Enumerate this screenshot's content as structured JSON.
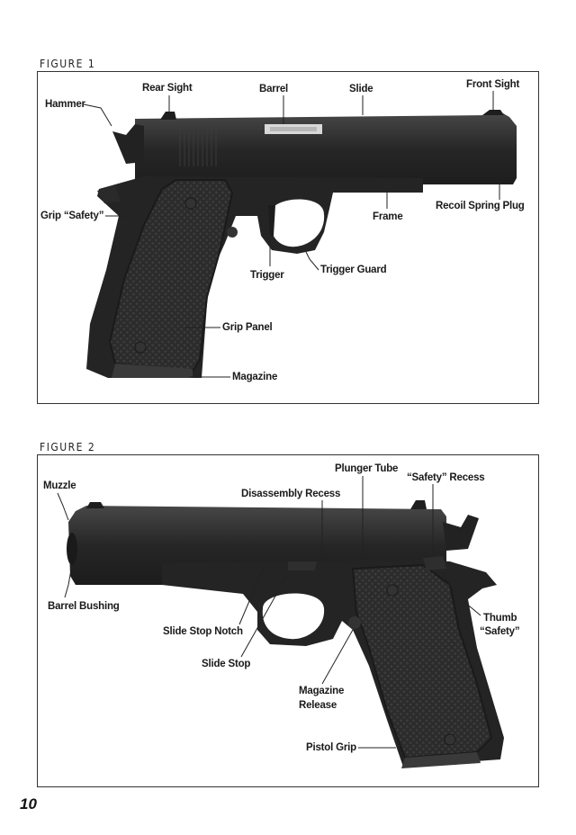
{
  "figure1": {
    "title": "FIGURE 1",
    "labels": {
      "hammer": "Hammer",
      "rear_sight": "Rear Sight",
      "barrel": "Barrel",
      "slide": "Slide",
      "front_sight": "Front Sight",
      "grip_safety": "Grip “Safety”",
      "frame": "Frame",
      "recoil_spring_plug": "Recoil Spring Plug",
      "trigger": "Trigger",
      "trigger_guard": "Trigger Guard",
      "grip_panel": "Grip Panel",
      "magazine": "Magazine"
    }
  },
  "figure2": {
    "title": "FIGURE 2",
    "labels": {
      "muzzle": "Muzzle",
      "plunger_tube": "Plunger Tube",
      "safety_recess": "“Safety” Recess",
      "disassembly_recess": "Disassembly Recess",
      "barrel_bushing": "Barrel Bushing",
      "thumb_safety_line1": "Thumb",
      "thumb_safety_line2": "“Safety”",
      "slide_stop_notch": "Slide Stop Notch",
      "slide_stop": "Slide Stop",
      "magazine_release_line1": "Magazine",
      "magazine_release_line2": "Release",
      "pistol_grip": "Pistol Grip"
    }
  },
  "page_number": "10"
}
